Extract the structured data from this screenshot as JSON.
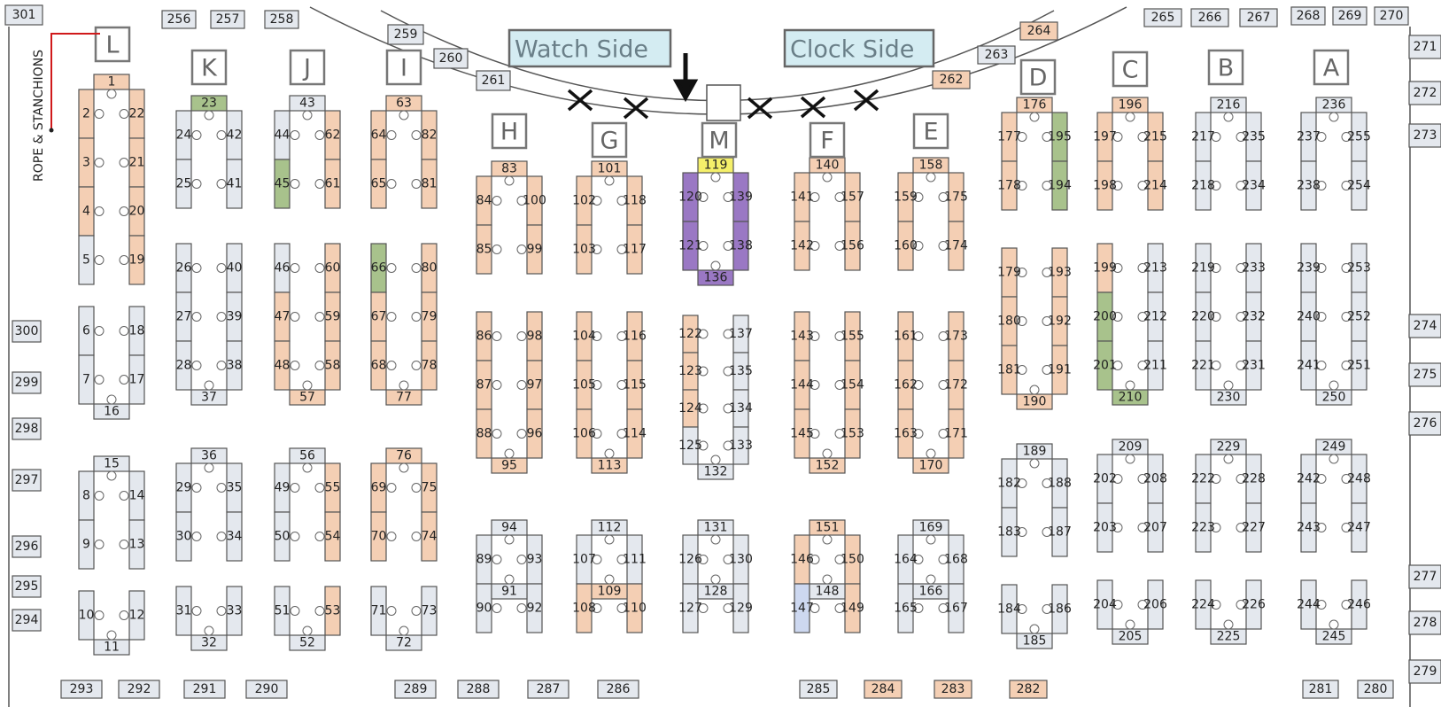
{
  "map": {
    "title_left": "Watch Side",
    "title_right": "Clock Side",
    "rope_label": "ROPE & STANCHIONS",
    "colors": {
      "booth_default": "#e4e8ee",
      "booth_orange": "#f4cfb4",
      "booth_green": "#a8c28c",
      "booth_purple": "#9a78c4",
      "booth_yellow": "#f5f06a",
      "booth_selected": "#cdd8f0"
    },
    "row_letters": [
      "L",
      "K",
      "J",
      "I",
      "H",
      "G",
      "M",
      "F",
      "E",
      "D",
      "C",
      "B",
      "A"
    ],
    "booth_numbers": [
      "1",
      "2",
      "3",
      "4",
      "5",
      "6",
      "7",
      "8",
      "9",
      "10",
      "11",
      "12",
      "13",
      "14",
      "15",
      "16",
      "17",
      "18",
      "19",
      "20",
      "21",
      "22",
      "23",
      "24",
      "25",
      "26",
      "27",
      "28",
      "29",
      "30",
      "31",
      "32",
      "33",
      "34",
      "35",
      "36",
      "37",
      "38",
      "39",
      "40",
      "41",
      "42",
      "43",
      "44",
      "45",
      "46",
      "47",
      "48",
      "49",
      "50",
      "51",
      "52",
      "53",
      "54",
      "55",
      "56",
      "57",
      "58",
      "59",
      "60",
      "61",
      "62",
      "63",
      "64",
      "65",
      "66",
      "67",
      "68",
      "69",
      "70",
      "71",
      "72",
      "73",
      "74",
      "75",
      "76",
      "77",
      "78",
      "79",
      "80",
      "81",
      "82",
      "83",
      "84",
      "85",
      "86",
      "87",
      "88",
      "89",
      "90",
      "91",
      "92",
      "93",
      "94",
      "95",
      "96",
      "97",
      "98",
      "99",
      "100",
      "101",
      "102",
      "103",
      "104",
      "105",
      "106",
      "107",
      "108",
      "109",
      "110",
      "111",
      "112",
      "113",
      "114",
      "115",
      "116",
      "117",
      "118",
      "119",
      "120",
      "121",
      "122",
      "123",
      "124",
      "125",
      "126",
      "127",
      "128",
      "129",
      "130",
      "131",
      "132",
      "133",
      "134",
      "135",
      "136",
      "137",
      "138",
      "139",
      "140",
      "141",
      "142",
      "143",
      "144",
      "145",
      "146",
      "147",
      "148",
      "149",
      "150",
      "151",
      "152",
      "153",
      "154",
      "155",
      "156",
      "157",
      "158",
      "159",
      "160",
      "161",
      "162",
      "163",
      "164",
      "165",
      "166",
      "167",
      "168",
      "169",
      "170",
      "171",
      "172",
      "173",
      "174",
      "175",
      "176",
      "177",
      "178",
      "179",
      "180",
      "181",
      "182",
      "183",
      "184",
      "185",
      "186",
      "187",
      "188",
      "189",
      "190",
      "191",
      "192",
      "193",
      "194",
      "195",
      "196",
      "197",
      "198",
      "199",
      "200",
      "201",
      "202",
      "203",
      "204",
      "205",
      "206",
      "207",
      "208",
      "209",
      "210",
      "211",
      "212",
      "213",
      "214",
      "215",
      "216",
      "217",
      "218",
      "219",
      "220",
      "221",
      "222",
      "223",
      "224",
      "225",
      "226",
      "227",
      "228",
      "229",
      "230",
      "231",
      "232",
      "233",
      "234",
      "235",
      "236",
      "237",
      "238",
      "239",
      "240",
      "241",
      "242",
      "243",
      "244",
      "245",
      "246",
      "247",
      "248",
      "249",
      "250",
      "251",
      "252",
      "253",
      "254",
      "255",
      "256",
      "257",
      "258",
      "259",
      "260",
      "261",
      "262",
      "263",
      "264",
      "265",
      "266",
      "267",
      "268",
      "269",
      "270",
      "271",
      "272",
      "273",
      "274",
      "275",
      "276",
      "277",
      "278",
      "279",
      "280",
      "281",
      "282",
      "283",
      "284",
      "285",
      "286",
      "287",
      "288",
      "289",
      "290",
      "291",
      "292",
      "293",
      "294",
      "295",
      "296",
      "297",
      "298",
      "299",
      "300",
      "301"
    ],
    "highlighted": {
      "orange": [
        "1",
        "2",
        "3",
        "4",
        "19",
        "20",
        "21",
        "22",
        "47",
        "48",
        "53",
        "54",
        "55",
        "57",
        "58",
        "59",
        "60",
        "61",
        "62",
        "63",
        "64",
        "65",
        "67",
        "68",
        "69",
        "70",
        "74",
        "75",
        "76",
        "77",
        "78",
        "79",
        "80",
        "81",
        "82",
        "83",
        "84",
        "85",
        "86",
        "87",
        "88",
        "95",
        "96",
        "97",
        "98",
        "99",
        "100",
        "101",
        "102",
        "103",
        "104",
        "105",
        "106",
        "108",
        "109",
        "110",
        "113",
        "114",
        "115",
        "116",
        "117",
        "118",
        "122",
        "123",
        "124",
        "140",
        "141",
        "142",
        "143",
        "144",
        "145",
        "146",
        "149",
        "150",
        "151",
        "152",
        "153",
        "154",
        "155",
        "156",
        "157",
        "158",
        "159",
        "160",
        "161",
        "162",
        "163",
        "170",
        "171",
        "172",
        "173",
        "174",
        "175",
        "176",
        "177",
        "178",
        "179",
        "180",
        "181",
        "190",
        "191",
        "192",
        "193",
        "196",
        "197",
        "198",
        "199",
        "214",
        "215",
        "262",
        "264",
        "282",
        "283",
        "284"
      ],
      "green": [
        "23",
        "45",
        "66",
        "194",
        "195",
        "200",
        "201",
        "210"
      ],
      "purple": [
        "120",
        "121",
        "136",
        "138",
        "139"
      ],
      "yellow": [
        "119"
      ],
      "selected": [
        "147"
      ]
    }
  }
}
